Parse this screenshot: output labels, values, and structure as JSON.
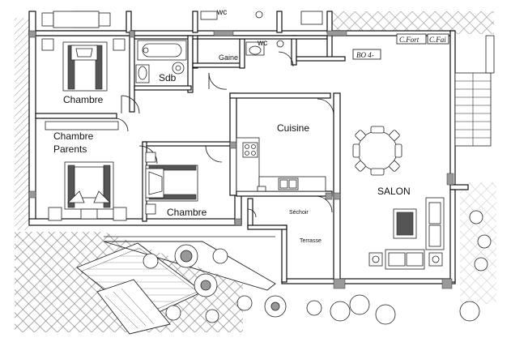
{
  "rooms": {
    "chambre_top": "Chambre",
    "chambre_parents": "Chambre\nParents",
    "chambre_bottom": "Chambre",
    "sdb": "Sdb",
    "wc_top": "wc",
    "wc_mid": "wc",
    "gaine": "Gaine",
    "cuisine": "Cuisine",
    "salon": "SALON",
    "sechoir": "Séchoir",
    "terrasse": "Terrasse"
  },
  "tags": {
    "bo": "BO 4-",
    "c_fort": "C.Fort",
    "c_fai": "C.Fai"
  },
  "colors": {
    "wall": "#111111",
    "hatch": "#777777",
    "tile": "#888888"
  }
}
